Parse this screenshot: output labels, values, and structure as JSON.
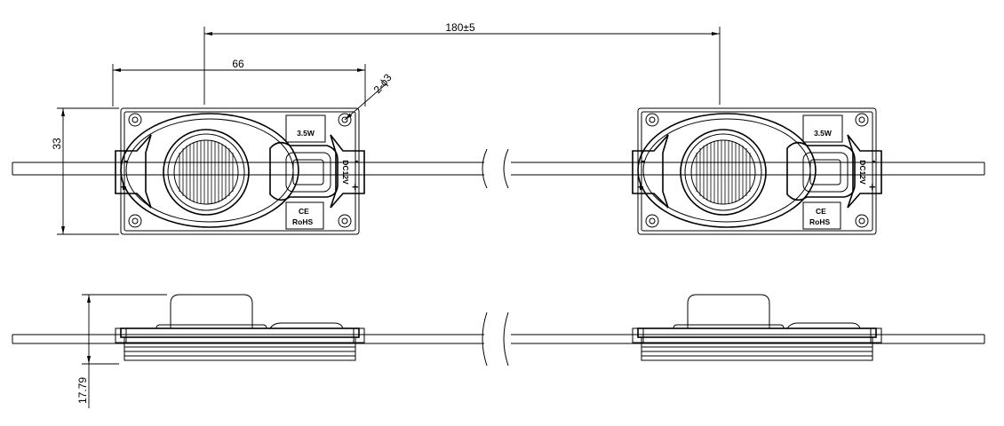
{
  "dimensions": {
    "pitch": "180±5",
    "module_width": "66",
    "module_height": "33",
    "hole": "2-ϕ3",
    "module_thickness": "17.79"
  },
  "module_labels": {
    "power": "3.5W",
    "voltage": "DC12V",
    "ce": "CE",
    "rohs": "RoHS",
    "minus": "-",
    "plus": "+"
  }
}
